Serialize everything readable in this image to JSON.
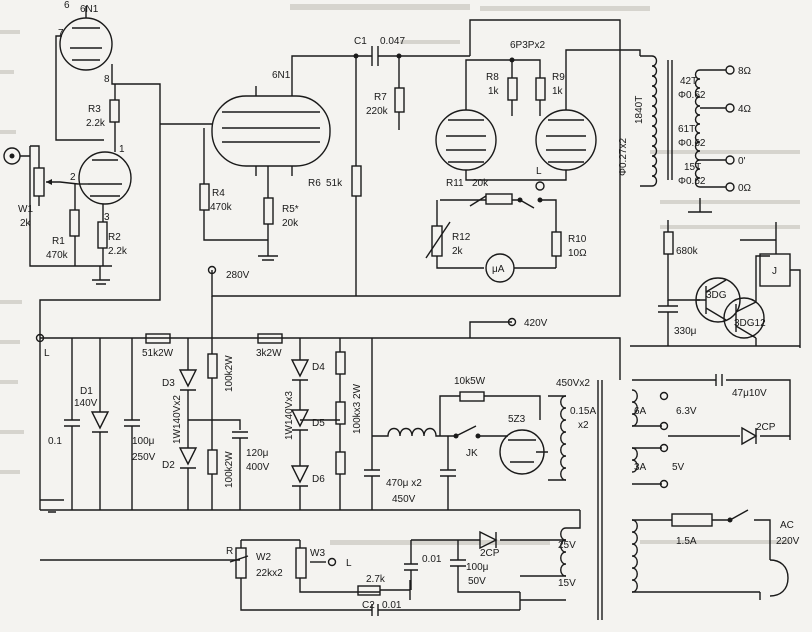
{
  "labels": {
    "v1": "6N1",
    "p6": "6",
    "p7": "7",
    "p8": "8",
    "p1": "1",
    "p2": "2",
    "p3": "3",
    "v2": "6N1",
    "r3": "R3",
    "r3v": "2.2k",
    "w1": "W1",
    "w1v": "2k",
    "r1": "R1",
    "r1v": "470k",
    "r2": "R2",
    "r2v": "2.2k",
    "r4": "R4",
    "r4v": "470k",
    "r5": "R5*",
    "r5v": "20k",
    "c1": "C1",
    "c1v": "0.047",
    "r7": "R7",
    "r7v": "220k",
    "r6": "R6",
    "r6v": "51k",
    "v3": "6P3Px2",
    "r8": "R8",
    "r8v": "1k",
    "r9": "R9",
    "r9v": "1k",
    "ol": "L",
    "r11": "R11",
    "r11v": "20k",
    "r12": "R12",
    "r12v": "2k",
    "meter": "μA",
    "r10": "R10",
    "r10v": "10Ω",
    "opt": "1840T",
    "optw": "Φ0.27x2",
    "t42": "42T",
    "d1w": "Φ0.62",
    "t61": "61T",
    "d2w": "Φ0.62",
    "t15": "15T",
    "d3w": "Φ0.62",
    "o8": "8Ω",
    "o4": "4Ω",
    "o0a": "0'",
    "o0b": "0Ω",
    "v280": "280V",
    "v420": "420V",
    "lg": "L",
    "d1": "D1",
    "d1v": "140V",
    "c01": "0.1",
    "cap100": "100μ",
    "cap100v": "250V",
    "r51": "51k2W",
    "d3": "D3",
    "d2": "D2",
    "dz1": "1W140Vx2",
    "r100a": "100k2W",
    "r100b": "100k2W",
    "c120": "120μ",
    "c120v": "400V",
    "r3k": "3k2W",
    "dz2": "1W140Vx3",
    "d4": "D4",
    "d5": "D5",
    "d6": "D6",
    "r100c": "100kx3 2W",
    "c470": "470μ x2",
    "c470v": "450V",
    "r10k": "10k5W",
    "rect": "5Z3",
    "jk": "JK",
    "hv": "450Vx2",
    "hvi": "0.15A",
    "hvx": "x2",
    "r680": "680k",
    "q1": "3DG",
    "q2": "3DG12",
    "c330": "330μ",
    "relay": "J",
    "c47": "47μ10V",
    "h6a": "6A",
    "h63": "6.3V",
    "d2cp": "2CP",
    "h3a": "3A",
    "h5v": "5V",
    "fuse": "1.5A",
    "ac": "AC",
    "acv": "220V",
    "wr": "R",
    "w2": "W2",
    "w2v": "22kx2",
    "w3": "W3",
    "wl": "L",
    "c001a": "0.01",
    "r27": "2.7k",
    "c2": "C2",
    "c2v": "0.01",
    "d2cp2": "2CP",
    "c100b": "100μ",
    "c100bv": "50V",
    "v25": "25V",
    "v15": "15V"
  }
}
